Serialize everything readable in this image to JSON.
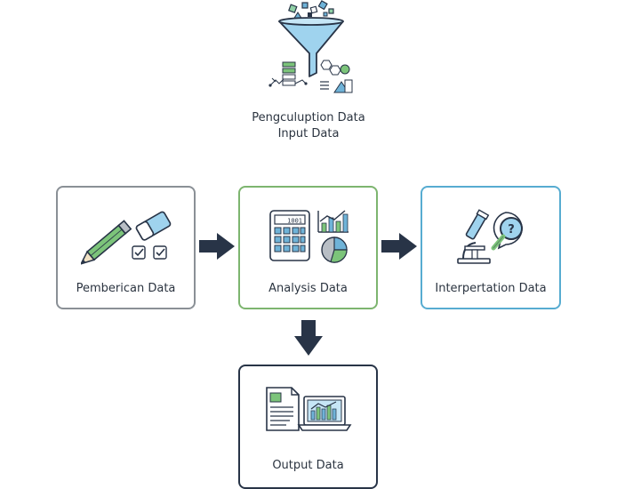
{
  "input": {
    "title": "Pengculuption Data",
    "subtitle": "Input Data"
  },
  "steps": [
    {
      "label": "Pemberican Data"
    },
    {
      "label": "Analysis Data"
    },
    {
      "label": "Interpertation Data"
    }
  ],
  "output": {
    "label": "Output Data"
  },
  "calculator_display": "1001",
  "colors": {
    "border_prep": "#8a9096",
    "border_analysis": "#7db56f",
    "border_interp": "#57acd1",
    "border_output": "#283447",
    "arrow": "#283447",
    "accent_blue": "#6fb3d8",
    "accent_green": "#7cc47a"
  }
}
